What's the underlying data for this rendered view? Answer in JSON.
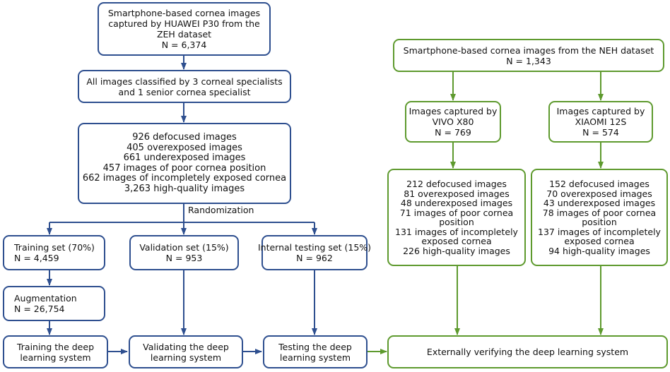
{
  "colors": {
    "blue": "#2e4f8f",
    "green": "#5e9a2e"
  },
  "zeh": {
    "source": [
      "Smartphone-based cornea images",
      "captured by HUAWEI P30 from the",
      "ZEH dataset",
      "N = 6,374"
    ],
    "classified": [
      "All images classified by 3 corneal specialists",
      "and 1 senior cornea specialist"
    ],
    "categories": [
      "926 defocused images",
      "405 overexposed images",
      "661 underexposed images",
      "457 images of poor cornea position",
      "662 images of incompletely exposed cornea",
      "3,263 high-quality images"
    ],
    "randomization_label": "Randomization",
    "training_set": [
      "Training set (70%)",
      "N = 4,459"
    ],
    "validation_set": [
      "Validation set (15%)",
      "N = 953"
    ],
    "internal_testing_set": [
      "Internal testing set (15%)",
      "N = 962"
    ],
    "augmentation": [
      "Augmentation",
      "N = 26,754"
    ],
    "training_system": [
      "Training the deep",
      "learning system"
    ],
    "validating_system": [
      "Validating the deep",
      "learning system"
    ],
    "testing_system": [
      "Testing the deep",
      "learning system"
    ]
  },
  "neh": {
    "source": [
      "Smartphone-based cornea images from the NEH dataset",
      "N = 1,343"
    ],
    "vivo": [
      "Images captured by",
      "VIVO X80",
      "N = 769"
    ],
    "xiaomi": [
      "Images captured by",
      "XIAOMI 12S",
      "N = 574"
    ],
    "vivo_categories": [
      "212 defocused images",
      "81 overexposed images",
      "48 underexposed images",
      "71 images of poor cornea",
      "position",
      "131 images of incompletely",
      "exposed cornea",
      "226 high-quality images"
    ],
    "xiaomi_categories": [
      "152 defocused images",
      "70 overexposed images",
      "43 underexposed images",
      "78 images of poor cornea",
      "position",
      "137 images of incompletely",
      "exposed cornea",
      "94 high-quality images"
    ],
    "external_verification": "Externally verifying the deep learning system"
  }
}
